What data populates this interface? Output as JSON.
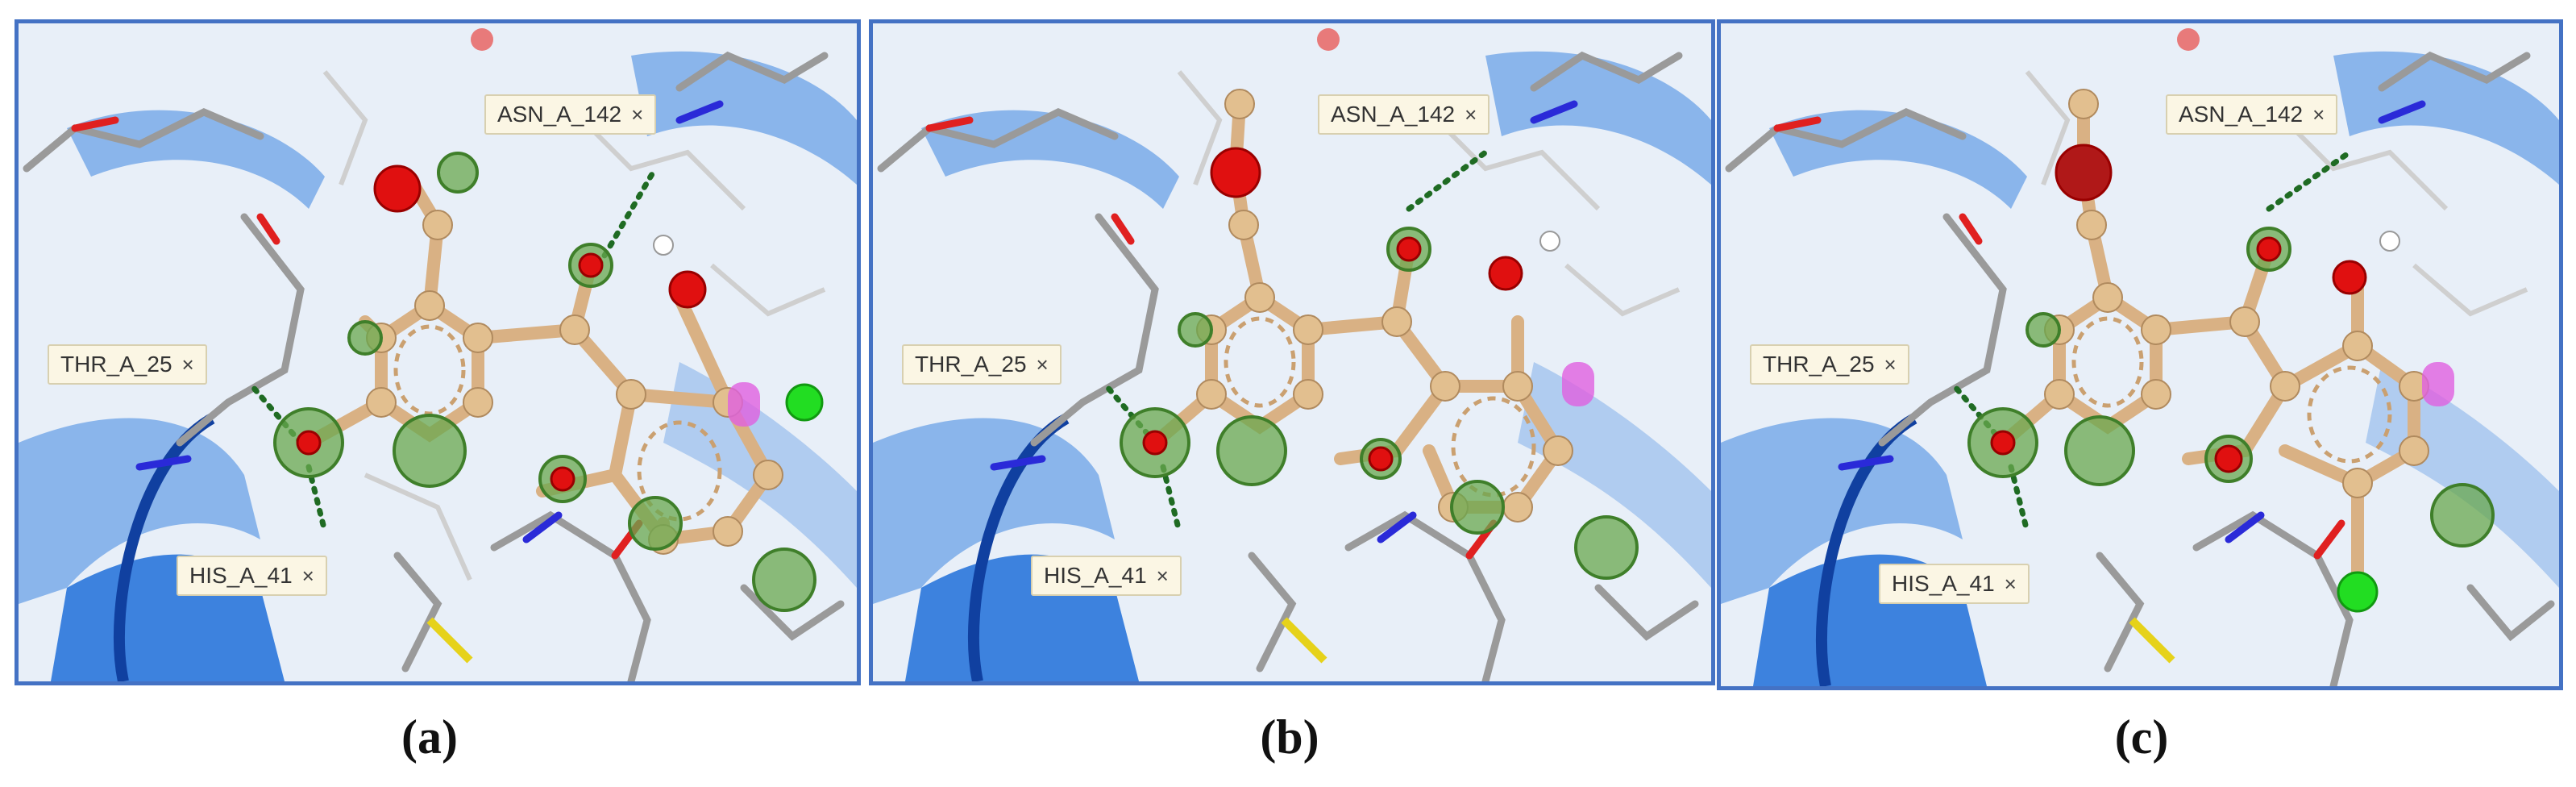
{
  "panels": [
    {
      "id": "a",
      "caption": "(a)",
      "labels": {
        "asn": "ASN_A_142",
        "thr": "THR_A_25",
        "his": "HIS_A_41"
      }
    },
    {
      "id": "b",
      "caption": "(b)",
      "labels": {
        "asn": "ASN_A_142",
        "thr": "THR_A_25",
        "his": "HIS_A_41"
      }
    },
    {
      "id": "c",
      "caption": "(c)",
      "labels": {
        "asn": "ASN_A_142",
        "thr": "THR_A_25",
        "his": "HIS_A_41"
      }
    }
  ],
  "close_glyph": "×",
  "colors": {
    "frame": "#4472c4",
    "ribbon": "#1e6fd9",
    "ligand_carbon": "#e2bf8f",
    "oxygen": "#e01010",
    "chlorine": "#22dd22",
    "hydrophobic_sphere": "#6aa84f",
    "hbond": "#2e7d32"
  }
}
